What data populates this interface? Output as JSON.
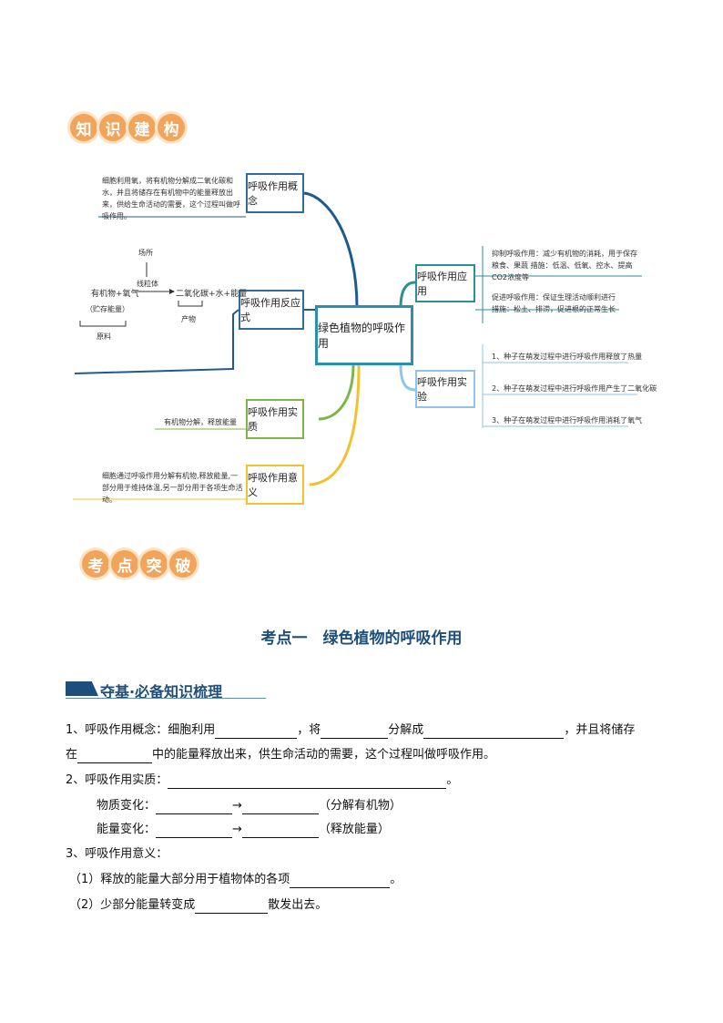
{
  "badges": {
    "knowledge": [
      "知",
      "识",
      "建",
      "构"
    ],
    "exam": [
      "考",
      "点",
      "突",
      "破"
    ]
  },
  "mindmap": {
    "center": "绿色植物的呼吸作用",
    "left_nodes": [
      "呼吸作用概念",
      "呼吸作用反应式",
      "呼吸作用实质",
      "呼吸作用意义"
    ],
    "right_nodes": [
      "呼吸作用应用",
      "呼吸作用实验"
    ],
    "concept_note": "细胞利用氧，将有机物分解成二氧化碳和水，并且将储存在有机物中的能量释放出来，供给生命活动的需要，这个过程叫做呼吸作用。",
    "equation": {
      "place": "场所",
      "organelle": "线粒体",
      "reactants": "有机物+氧气",
      "storage": "（贮存能量）",
      "products": "二氧化碳+水+能量",
      "products_label": "产物",
      "raw_label": "原料"
    },
    "essence_note": "有机物分解，释放能量",
    "meaning_note": "细胞通过呼吸作用分解有机物,释放能量,一部分用于维持体温,另一部分用于各项生命活动。",
    "application_notes": [
      "抑制呼吸作用：减少有机物的消耗，用于保存粮食、果蔬  措施：低温、低氧、控水、提高CO2浓度等",
      "促进呼吸作用：保证生理活动顺利进行  措施：松土、排涝，促进根的正常生长"
    ],
    "experiment_notes": [
      "1、种子在萌发过程中进行呼吸作用释放了热量",
      "2、种子在萌发过程中进行呼吸作用产生了二氧化碳",
      "3、种子在萌发过程中进行呼吸作用消耗了氧气"
    ]
  },
  "section": {
    "title": "考点一　绿色植物的呼吸作用",
    "subtitle": "夺基·必备知识梳理"
  },
  "questions": {
    "q1_a": "1、呼吸作用概念：细胞利用",
    "q1_b": "，将",
    "q1_c": "分解成",
    "q1_d": "，并且将储存",
    "q1_e": "在",
    "q1_f": "中的能量释放出来，供生命活动的需要，这个过程叫做呼吸作用。",
    "q2": "2、呼吸作用实质：",
    "q2_end": "。",
    "q2_matter": "物质变化：",
    "q2_matter_note": "（分解有机物）",
    "q2_energy": "能量变化：",
    "q2_energy_note": "（释放能量）",
    "arrow": "→",
    "q3": "3、呼吸作用意义：",
    "q3_1": "（1）释放的能量大部分用于植物体的各项",
    "q3_1_end": "。",
    "q3_2a": "（2）少部分能量转变成",
    "q3_2b": "散发出去。"
  }
}
